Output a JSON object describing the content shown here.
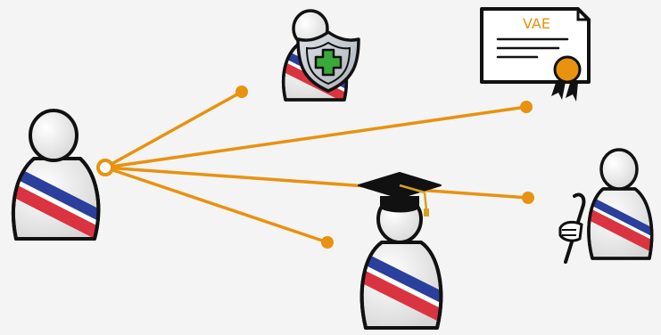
{
  "diagram": {
    "certificate": {
      "label": "VAE"
    },
    "colors": {
      "connector": "#e8920f",
      "outline": "#111111",
      "figure_fill": "#f2f2f2",
      "sash_blue": "#2b3f9c",
      "sash_red": "#d9343f",
      "sash_white": "#ffffff",
      "shield_fill": "#c7cdd2",
      "cross_fill": "#3aa83a",
      "seal_fill": "#e8920f",
      "cap_fill": "#111111",
      "cap_tassel": "#d7a21b",
      "cert_text": "#e8920f"
    },
    "nodes": [
      {
        "name": "elected-official-source",
        "icon": "person-with-sash"
      },
      {
        "name": "elected-official-health",
        "icon": "person-with-sash-and-shield"
      },
      {
        "name": "certificate-vae",
        "icon": "certificate-with-seal"
      },
      {
        "name": "elected-official-graduate",
        "icon": "person-with-sash-and-graduation-cap"
      },
      {
        "name": "elected-official-retired",
        "icon": "person-with-sash-and-cane"
      }
    ]
  }
}
